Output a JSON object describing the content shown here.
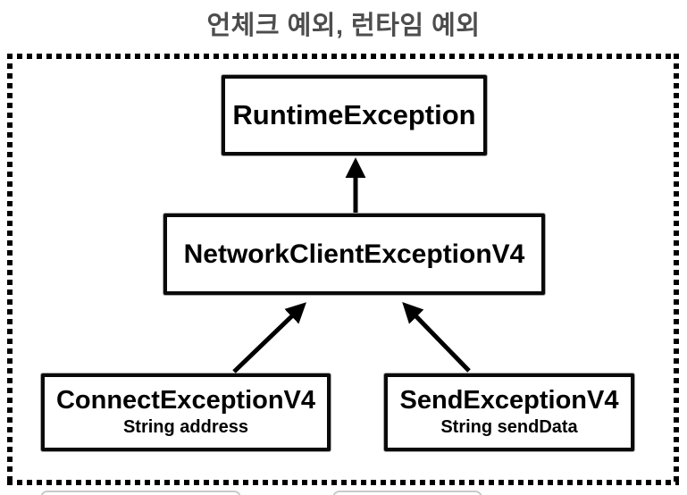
{
  "title": "언체크 예외, 런타임 예외",
  "colors": {
    "title_text": "#4d4d4d",
    "line_and_border": "#000000",
    "box_background": "#ffffff",
    "cutoff_box_border": "#c9c9c9"
  },
  "nodes": {
    "runtime": {
      "label": "RuntimeException"
    },
    "network": {
      "label": "NetworkClientExceptionV4"
    },
    "connect": {
      "label": "ConnectExceptionV4",
      "field": "String address"
    },
    "send": {
      "label": "SendExceptionV4",
      "field": "String sendData"
    }
  },
  "edges": [
    {
      "from": "NetworkClientExceptionV4",
      "to": "RuntimeException"
    },
    {
      "from": "ConnectExceptionV4",
      "to": "NetworkClientExceptionV4"
    },
    {
      "from": "SendExceptionV4",
      "to": "NetworkClientExceptionV4"
    }
  ]
}
